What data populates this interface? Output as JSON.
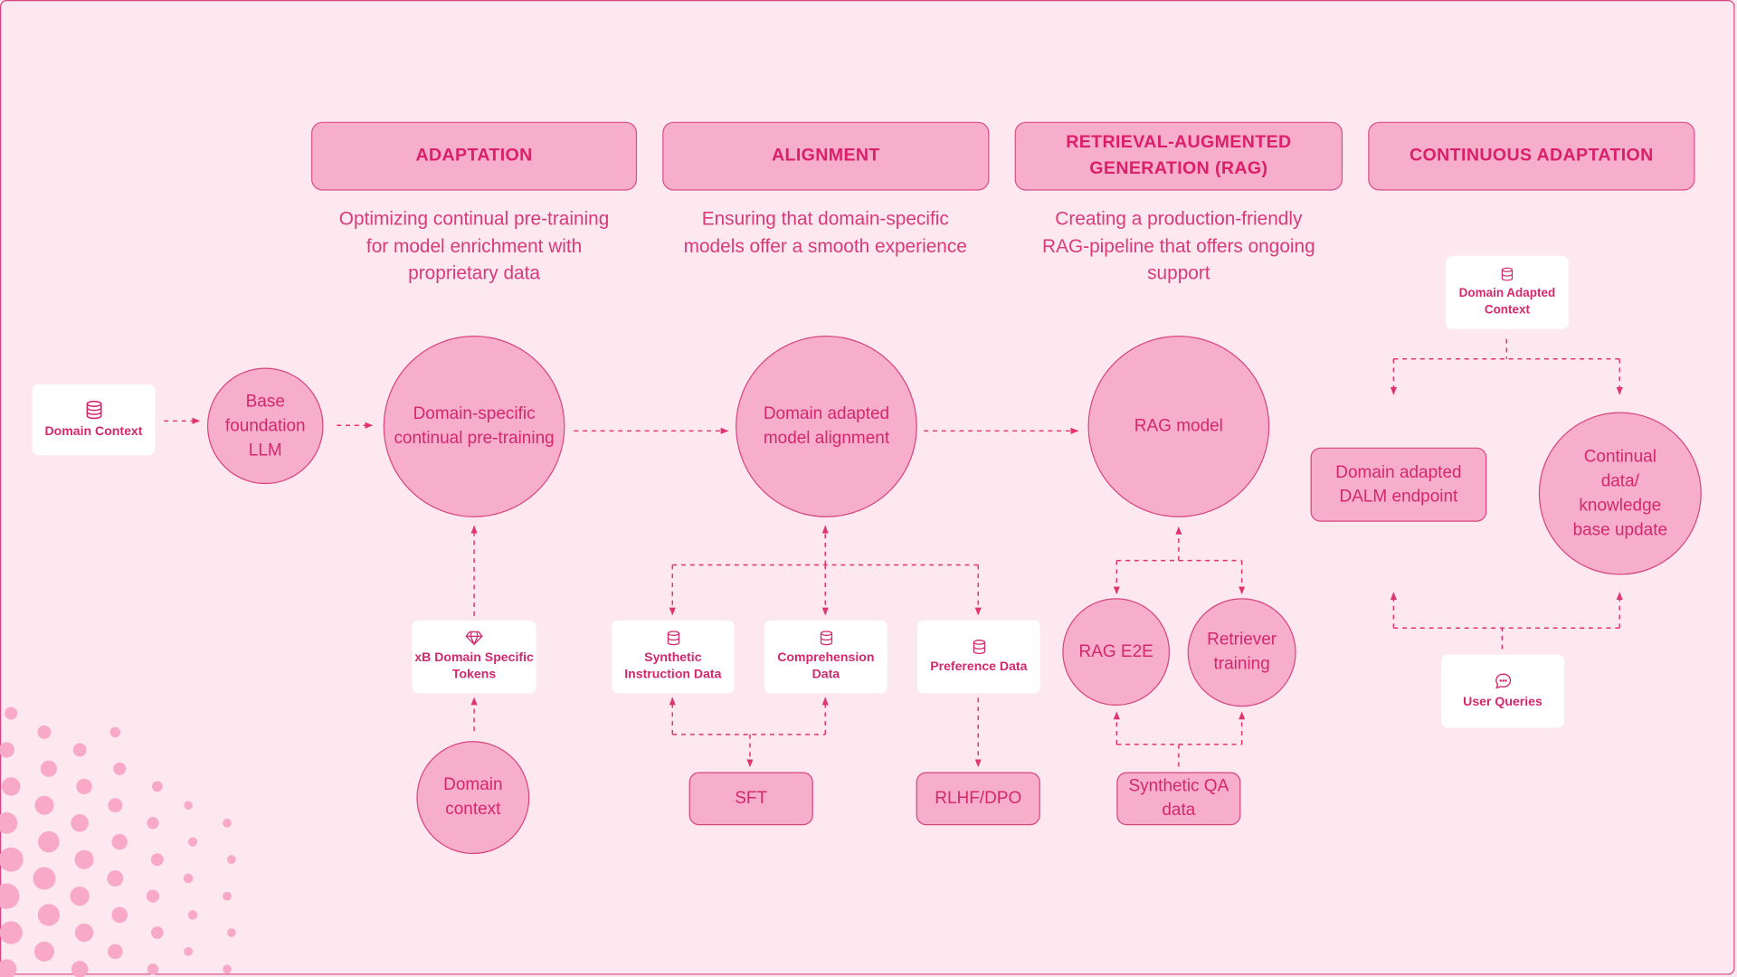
{
  "colors": {
    "background": "#fde8f0",
    "accent": "#db1f6a",
    "fill": "#f7aecb",
    "border": "#d8447f",
    "card": "#ffffff"
  },
  "headers": {
    "adaptation": "ADAPTATION",
    "alignment": "ALIGNMENT",
    "rag": "RETRIEVAL-AUGMENTED GENERATION (RAG)",
    "continuous": "CONTINUOUS ADAPTATION"
  },
  "descriptions": {
    "adaptation": "Optimizing continual pre-training for model enrichment with proprietary data",
    "alignment": "Ensuring that domain-specific models offer a smooth experience",
    "rag": "Creating a production-friendly RAG-pipeline that offers ongoing support"
  },
  "nodes": {
    "domain_context_card": "Domain Context",
    "base_llm": "Base foundation LLM",
    "continual_pretraining": "Domain-specific continual pre-training",
    "xb_tokens": "xB Domain Specific Tokens",
    "domain_context_circle": "Domain context",
    "model_alignment": "Domain adapted model alignment",
    "synthetic_instruction": "Synthetic Instruction Data",
    "comprehension_data": "Comprehension Data",
    "preference_data": "Preference Data",
    "sft": "SFT",
    "rlhf_dpo": "RLHF/DPO",
    "rag_model": "RAG model",
    "rag_e2e": "RAG E2E",
    "retriever_training": "Retriever training",
    "synthetic_qa": "Synthetic QA data",
    "domain_adapted_context": "Domain Adapted Context",
    "dalm_endpoint": "Domain adapted DALM endpoint",
    "kb_update": "Continual data/ knowledge base update",
    "user_queries": "User Queries"
  },
  "icons": {
    "database": "database-icon",
    "gem": "gem-icon",
    "chat": "chat-bubble-icon"
  }
}
